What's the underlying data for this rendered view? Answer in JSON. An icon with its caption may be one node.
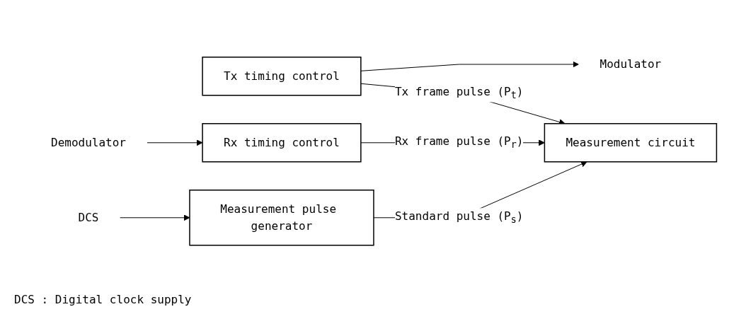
{
  "diagram": {
    "nodes": [
      {
        "text": [
          "Tx timing control"
        ]
      },
      {
        "text": [
          "Modulator"
        ]
      },
      {
        "text": [
          "Measurement circuit"
        ]
      },
      {
        "text": [
          "DCS"
        ]
      },
      {
        "text": [
          "Measurement pulse generator"
        ]
      },
      {
        "text": [
          "Rx timing control"
        ]
      },
      {
        "text": [
          "Demodulator"
        ]
      }
    ],
    "edges": [
      {
        "from": 0,
        "to": 2,
        "label": "Tx frame pulse (P$_{t}$)",
        "arrow": "to"
      },
      {
        "from": 0,
        "to": 1,
        "arrow": "to"
      },
      {
        "from": 4,
        "to": 2,
        "label": "Standard pulse (P$_{s}$)",
        "arrow": "to"
      },
      {
        "from": 3,
        "to": 4,
        "arrow": "to"
      },
      {
        "from": 5,
        "to": 2,
        "label": "Rx frame pulse (P$_{r}$)",
        "arrow": "to"
      },
      {
        "from": 6,
        "to": 5,
        "arrow": "to"
      }
    ],
    "labels": [
      "DCS : Digital clock supply"
    ]
  }
}
